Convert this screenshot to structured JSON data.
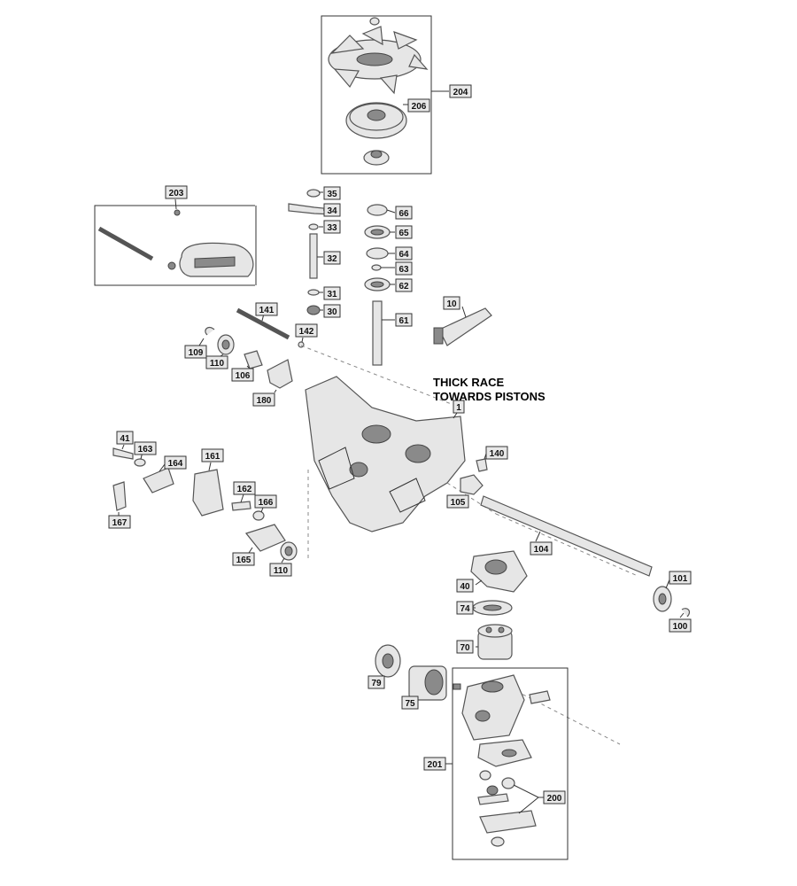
{
  "note": {
    "line1": "THICK RACE",
    "line2": "TOWARDS PISTONS"
  },
  "callouts": {
    "c204": "204",
    "c206": "206",
    "c203": "203",
    "c35": "35",
    "c34": "34",
    "c33": "33",
    "c32": "32",
    "c31": "31",
    "c30": "30",
    "c66": "66",
    "c65": "65",
    "c64": "64",
    "c63": "63",
    "c62": "62",
    "c61": "61",
    "c10": "10",
    "c141": "141",
    "c142": "142",
    "c109": "109",
    "c110a": "110",
    "c106": "106",
    "c180": "180",
    "c1": "1",
    "c140": "140",
    "c105": "105",
    "c104": "104",
    "c41": "41",
    "c163": "163",
    "c164": "164",
    "c161": "161",
    "c167": "167",
    "c162": "162",
    "c166": "166",
    "c165": "165",
    "c110b": "110",
    "c40": "40",
    "c101": "101",
    "c100": "100",
    "c74": "74",
    "c70": "70",
    "c79": "79",
    "c75": "75",
    "c201": "201",
    "c200": "200"
  }
}
